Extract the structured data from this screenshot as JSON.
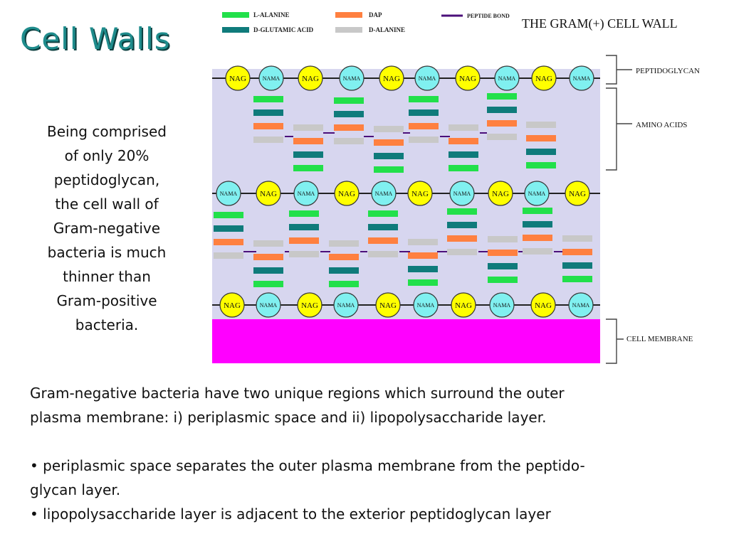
{
  "slide": {
    "title": "Cell  Walls",
    "side_text": [
      "Being comprised",
      "of only 20%",
      "peptidoglycan,",
      "the cell wall of",
      "Gram-negative",
      "bacteria is much",
      "thinner than",
      "Gram-positive",
      "bacteria."
    ],
    "body_text": [
      "Gram-negative bacteria have two unique regions which surround the outer",
      "plasma membrane:  i) periplasmic space  and ii) lipopolysaccharide layer.",
      "",
      "• periplasmic space separates the outer plasma membrane from the peptido-",
      "glycan layer.",
      "• lipopolysaccharide layer is adjacent to the exterior peptidoglycan layer"
    ]
  },
  "diagram": {
    "title": "THE GRAM(+) CELL WALL",
    "legend": [
      {
        "label": "L-ALANINE",
        "color": "#22e04a"
      },
      {
        "label": "D-GLUTAMIC ACID",
        "color": "#0f7b7b"
      },
      {
        "label": "DAP",
        "color": "#ff8040"
      },
      {
        "label": "D-ALANINE",
        "color": "#c8c8c8"
      },
      {
        "label": "PEPTIDE BOND",
        "color": "#4b0f7a"
      }
    ],
    "nag_label": "NAG",
    "nama_label": "NAMA",
    "labels": {
      "peptidoglycan": "PEPTIDOGLYCAN",
      "amino_acids": "AMINO ACIDS",
      "cell_membrane": "CELL MEMBRANE"
    },
    "colors": {
      "background": "#d7d6ef",
      "membrane": "#ff00ff",
      "nag": "#ffff00",
      "nama": "#80f0f0",
      "outline": "#333333"
    }
  }
}
